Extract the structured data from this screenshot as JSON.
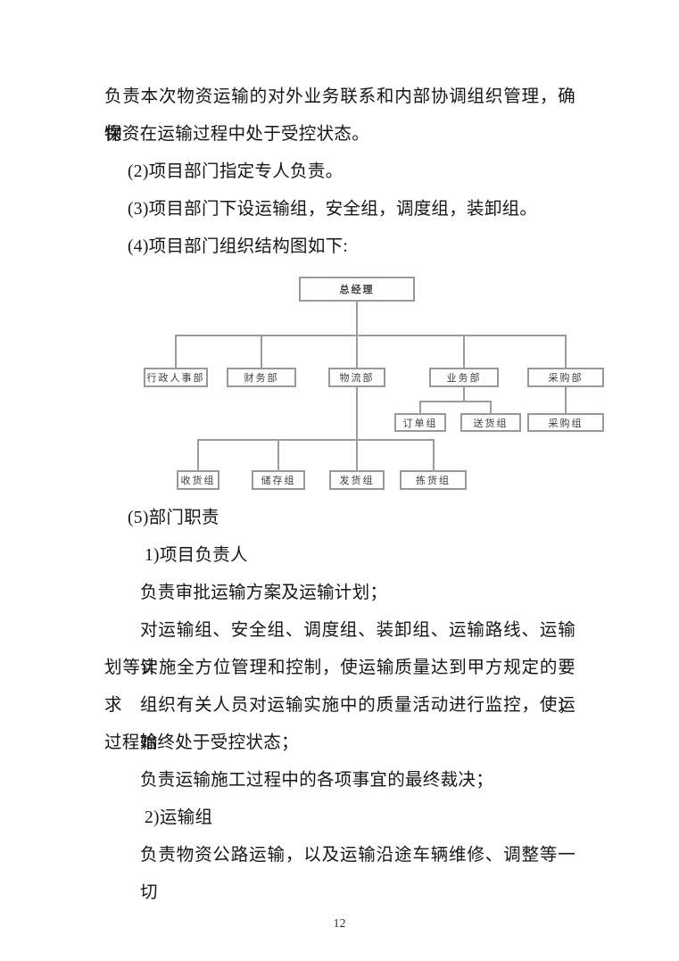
{
  "text": {
    "top": [
      "负责本次物资运输的对外业务联系和内部协调组织管理，确保",
      "物资在运输过程中处于受控状态。",
      "(2)项目部门指定专人负责。",
      "(3)项目部门下设运输组，安全组，调度组，装卸组。",
      "(4)项目部门组织结构图如下:"
    ],
    "bottom": [
      "(5)部门职责",
      "1)项目负责人",
      "负责审批运输方案及运输计划；",
      "对运输组、安全组、调度组、装卸组、运输路线、运输计",
      "划等实施全方位管理和控制，使运输质量达到甲方规定的要求；",
      "组织有关人员对运输实施中的质量活动进行监控，使运输",
      "过程始终处于受控状态；",
      "负责运输施工过程中的各项事宜的最终裁决；",
      "2)运输组",
      "负责物资公路运输，以及运输沿途车辆维修、调整等一切"
    ]
  },
  "org_chart": {
    "root": "总经理",
    "departments": [
      "行政人事部",
      "财务部",
      "物流部",
      "业务部",
      "采购部"
    ],
    "business_groups": [
      "订单组",
      "送货组"
    ],
    "purchasing_groups": [
      "采购组"
    ],
    "logistics_groups": [
      "收货组",
      "储存组",
      "发货组",
      "拣货组"
    ],
    "line_color": "#9b9b9b"
  },
  "footer": {
    "page_number": "12"
  }
}
